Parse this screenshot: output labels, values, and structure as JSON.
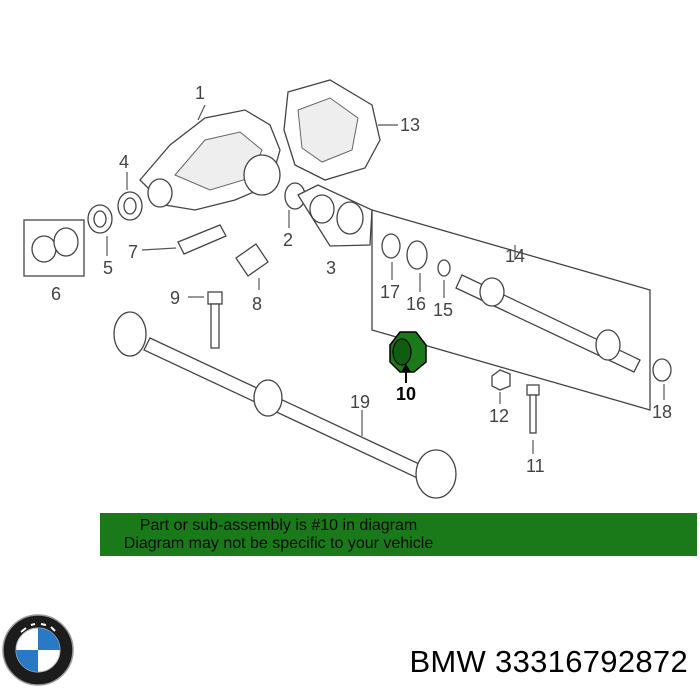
{
  "callouts": [
    "1",
    "2",
    "3",
    "4",
    "5",
    "6",
    "7",
    "8",
    "9",
    "10",
    "11",
    "12",
    "13",
    "14",
    "15",
    "16",
    "17",
    "18",
    "19"
  ],
  "banner": {
    "line1": "Part or sub-assembly is #10 in diagram",
    "line2": "Diagram may not be specific to your vehicle",
    "background": "#1a7a1a"
  },
  "highlight_color": "#1a7a1a",
  "footer": {
    "brand": "BMW",
    "part_number": "33316792872",
    "logo_icon": "bmw-roundel-icon"
  }
}
